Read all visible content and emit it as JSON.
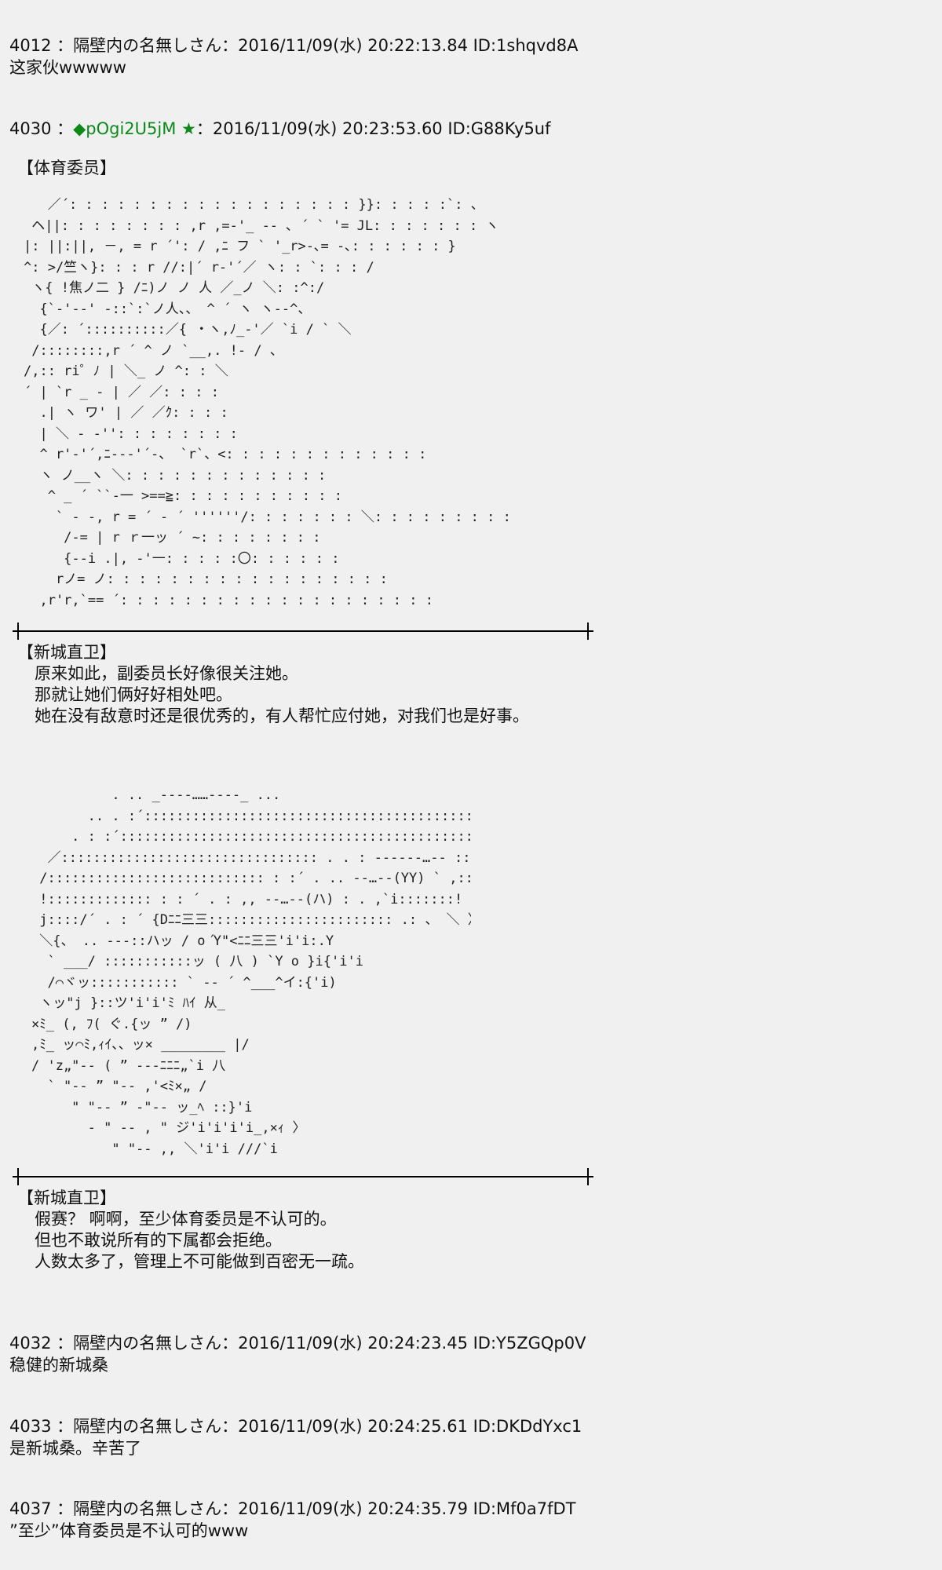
{
  "posts": [
    {
      "header": "4012 ：隔壁内の名無しさん：2016/11/09(水) 20:22:13.84 ID:1shqvd8A",
      "body": "这家伙wwwww"
    },
    {
      "number": "4030 ：",
      "trip": "◆pOgi2U5jM ★",
      "meta": "：2016/11/09(水) 20:23:53.60 ID:G88Ky5uf",
      "title": "【体育委员】"
    },
    {
      "header": "4032 ：隔壁内の名無しさん：2016/11/09(水) 20:24:23.45 ID:Y5ZGQp0V",
      "body": "稳健的新城桑"
    },
    {
      "header": "4033 ：隔壁内の名無しさん：2016/11/09(水) 20:24:25.61 ID:DKDdYxc1",
      "body": "是新城桑。辛苦了"
    },
    {
      "header": "4037 ：隔壁内の名無しさん：2016/11/09(水) 20:24:35.79 ID:Mf0a7fDT",
      "body": "”至少”体育委员是不认可的www"
    }
  ],
  "art_1": "   ／´: : : : : : : : : : : : : : : : : : }}: : : : :`: 、\n ヘ||: : : : : : : : ,r ,=‐'_ ‐- ､ ´ ` '= JL: : : : : : : ヽ\n|: ||:||, －, = r ´': / ,ﾆ フ ` '_r>‐､= ‐､: : : : : : }\n^: >/竺ヽ}: : : r //:|´ r‐'´／ ヽ: : `: : : /\n ヽ{ !焦ノ二 } /ﾆ)ノ ノ 人 ／_ノ ＼: :^:/\n  {`‐'-‐' -::`:`ノ人、、 ^ ´ ヽ ヽ‐-^、\n  {／: ´::::::::::／{ ・ヽ,ﾉ_-'／ `i / ` ＼\n /::::::::,r ´ ^ ノ `__,. !- / 、\n/,:: ri゜ﾉ | ＼_ ノ ^: : ＼\n´ | `r _ - | ／ ／: : : :\n  .| ヽ ワ' | ／ ／ｸ: : : :\n  | ＼ - ‐'': : : : : : : :\n  ^ r'-'´,ﾆ-‐-'´-、 `r`、<: : : : : : : : : : : : :\n  ヽ ノ__ヽ ＼: : : : : : : : : : : : :\n   ^ _ ´ ``‐一 >==≧: : : : : : : : : : :\n    ` ‐ ‐, r = ´ - ´ ''''''/: : : : : : : ＼: : : : : : : : :\n     /‐= | r ｒ一ッ ´ ~: : : : : : : :\n     {‐‐i .|, ‐'一: : : : :〇: : : : : :\n    rノ= ノ: : : : : : : : : : : : : : : : : :\n  ,r'r,`== ´: : : : : : : : : : : : : : : : : : : :",
  "divider_1_label": "divider",
  "narration_1": {
    "speaker": "【新城直卫】",
    "lines": [
      "原来如此，副委员长好像很关注她。",
      "那就让她们俩好好相处吧。",
      "她在没有敌意时还是很优秀的，有人帮忙应付她，对我们也是好事。"
    ]
  },
  "art_2": "          . .. _‐‐‐‐……‐‐‐‐_ ...\n       .. . :´::::::::::::::::::::::::::::::::::::::::::` : . .\n     . : :´::::::::::::::::::::::::::::::::::::::::::::::::::::::: ＼\n  ／:::::::::::::::::::::::::::::::: . . : ‐‐‐‐‐‐…‐‐ :::::::::::::::::::/,\n /::::::::::::::::::::::::::: : :´ . .. ‐‐…‐‐(ΥΥ) ` ,:::::::::i\n !::::::::::::: : : ´ . : ,, ‐‐…‐‐(ハ) : . ,`i:::::::!\n j::::/´ . : ´ {Dﾆﾆ三三::::::::::::::::::::::: .: 、 ＼ 〉/\n ＼{、 .. ‐‐‐::ハッ / o Ύ\"<ﾆﾆ三三'i'i:.Y\n  ` ___/ :::::::::::ッ ( 八 ) `Y o }i{'i'i\n  /⌒ヾッ::::::::::: ` ‐‐ ´ ^___^イ:{'i)\n ヽッ\"j }::ツ'i'i'ﾐ ﾊｲ 从_\n×ﾐ_ (, ﾌ( ぐ.{ッ ” /)\n,ﾐ_ ッ⌒ﾐ,ｨｲ、、ッ× ________ |/\n/ 'z„\"‐‐ ( ” ‐‐‐ﾆﾆﾆ„`i 八\n  ` \"‐‐ ” \"‐‐ ,'<ﾐ×„ /\n     \" \"‐‐ ” ‐\"‐‐ ッ_ﾍ ::}'i\n       ‐ \" ‐‐ , \" ジ'i'i'i'i_,×ｨ 〉\n          \" \"‐‐ ,, ＼'i'i ///`i",
  "narration_2": {
    "speaker": "【新城直卫】",
    "lines": [
      "假赛？ 啊啊，至少体育委员是不认可的。",
      "但也不敢说所有的下属都会拒绝。",
      "人数太多了，管理上不可能做到百密无一疏。"
    ]
  }
}
